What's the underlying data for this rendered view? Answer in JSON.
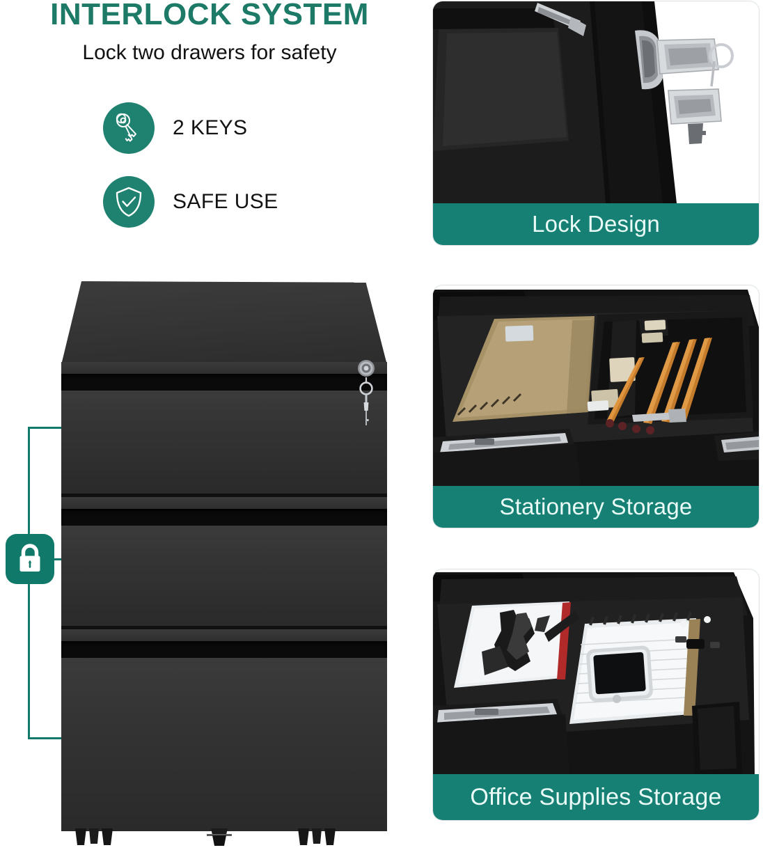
{
  "headline": {
    "title": "INTERLOCK SYSTEM",
    "subtitle": "Lock two drawers for safety"
  },
  "features": [
    {
      "icon": "keys-icon",
      "label": "2 KEYS"
    },
    {
      "icon": "shield-check-icon",
      "label": "SAFE USE"
    }
  ],
  "diagram": {
    "badge_icon": "padlock-icon",
    "product": "black-3-drawer-mobile-file-cabinet",
    "cabinet_parts": {
      "lock_icon": "key-cylinder-icon",
      "drawer_count": 3,
      "caster_count": 3
    }
  },
  "panels": [
    {
      "caption": "Lock Design",
      "art": "drawer-lock-with-keys-photo"
    },
    {
      "caption": "Stationery Storage",
      "art": "open-drawer-with-notebook-pencils-erasers-photo"
    },
    {
      "caption": "Office Supplies Storage",
      "art": "open-drawer-with-magazine-notepad-phone-photo"
    }
  ],
  "colors": {
    "brand_teal": "#1d7a66",
    "badge_teal": "#1f8170",
    "caption_teal": "#178074",
    "connector_teal": "#127a6b",
    "text_dark": "#111111",
    "cabinet_dark": "#2f2f2f",
    "background": "#ffffff"
  }
}
